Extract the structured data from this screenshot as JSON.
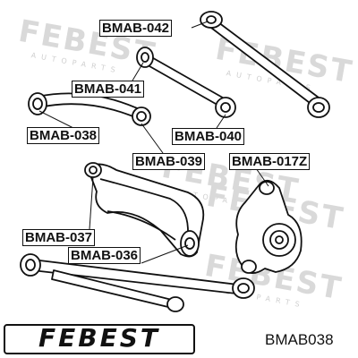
{
  "callouts": [
    {
      "id": "c042",
      "label": "BMAB-042"
    },
    {
      "id": "c041",
      "label": "BMAB-041"
    },
    {
      "id": "c038",
      "label": "BMAB-038"
    },
    {
      "id": "c040",
      "label": "BMAB-040"
    },
    {
      "id": "c039",
      "label": "BMAB-039"
    },
    {
      "id": "c017z",
      "label": "BMAB-017Z"
    },
    {
      "id": "c037",
      "label": "BMAB-037"
    },
    {
      "id": "c036",
      "label": "BMAB-036"
    }
  ],
  "watermark": {
    "brand": "FEBEST",
    "tagline": "AUTOPARTS"
  },
  "logo": {
    "text": "FEBEST"
  },
  "part_number": "BMAB038",
  "colors": {
    "ink": "#111111",
    "watermark": "#d9d9d9",
    "background": "#ffffff"
  }
}
